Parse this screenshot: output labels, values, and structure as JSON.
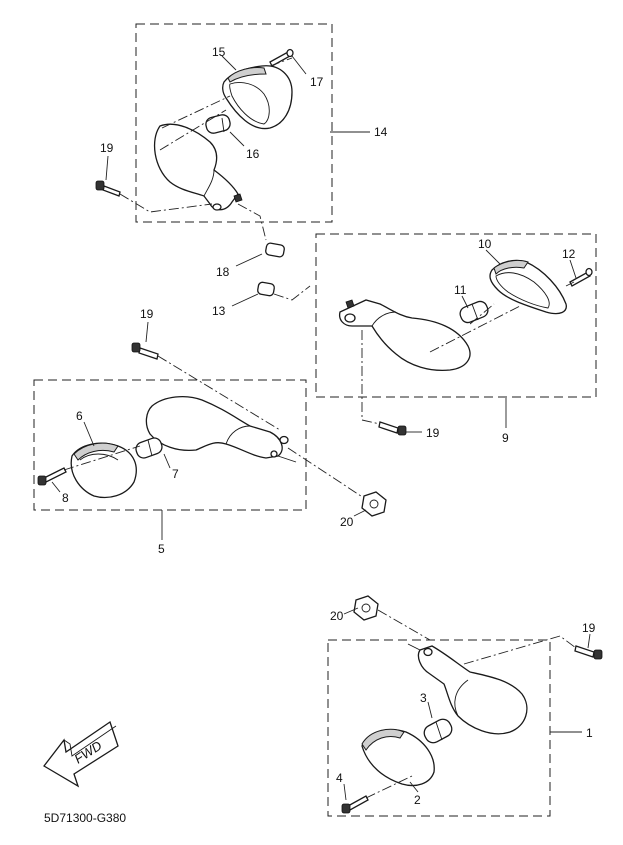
{
  "diagram_code": "5D71300-G380",
  "fwd_label": "FWD",
  "labels": {
    "p1": "1",
    "p2": "2",
    "p3": "3",
    "p4": "4",
    "p5": "5",
    "p6": "6",
    "p7": "7",
    "p8": "8",
    "p9": "9",
    "p10": "10",
    "p11": "11",
    "p12": "12",
    "p13": "13",
    "p14": "14",
    "p15": "15",
    "p16": "16",
    "p17": "17",
    "p18": "18",
    "p19a": "19",
    "p19b": "19",
    "p19c": "19",
    "p19d": "19",
    "p20a": "20",
    "p20b": "20"
  }
}
